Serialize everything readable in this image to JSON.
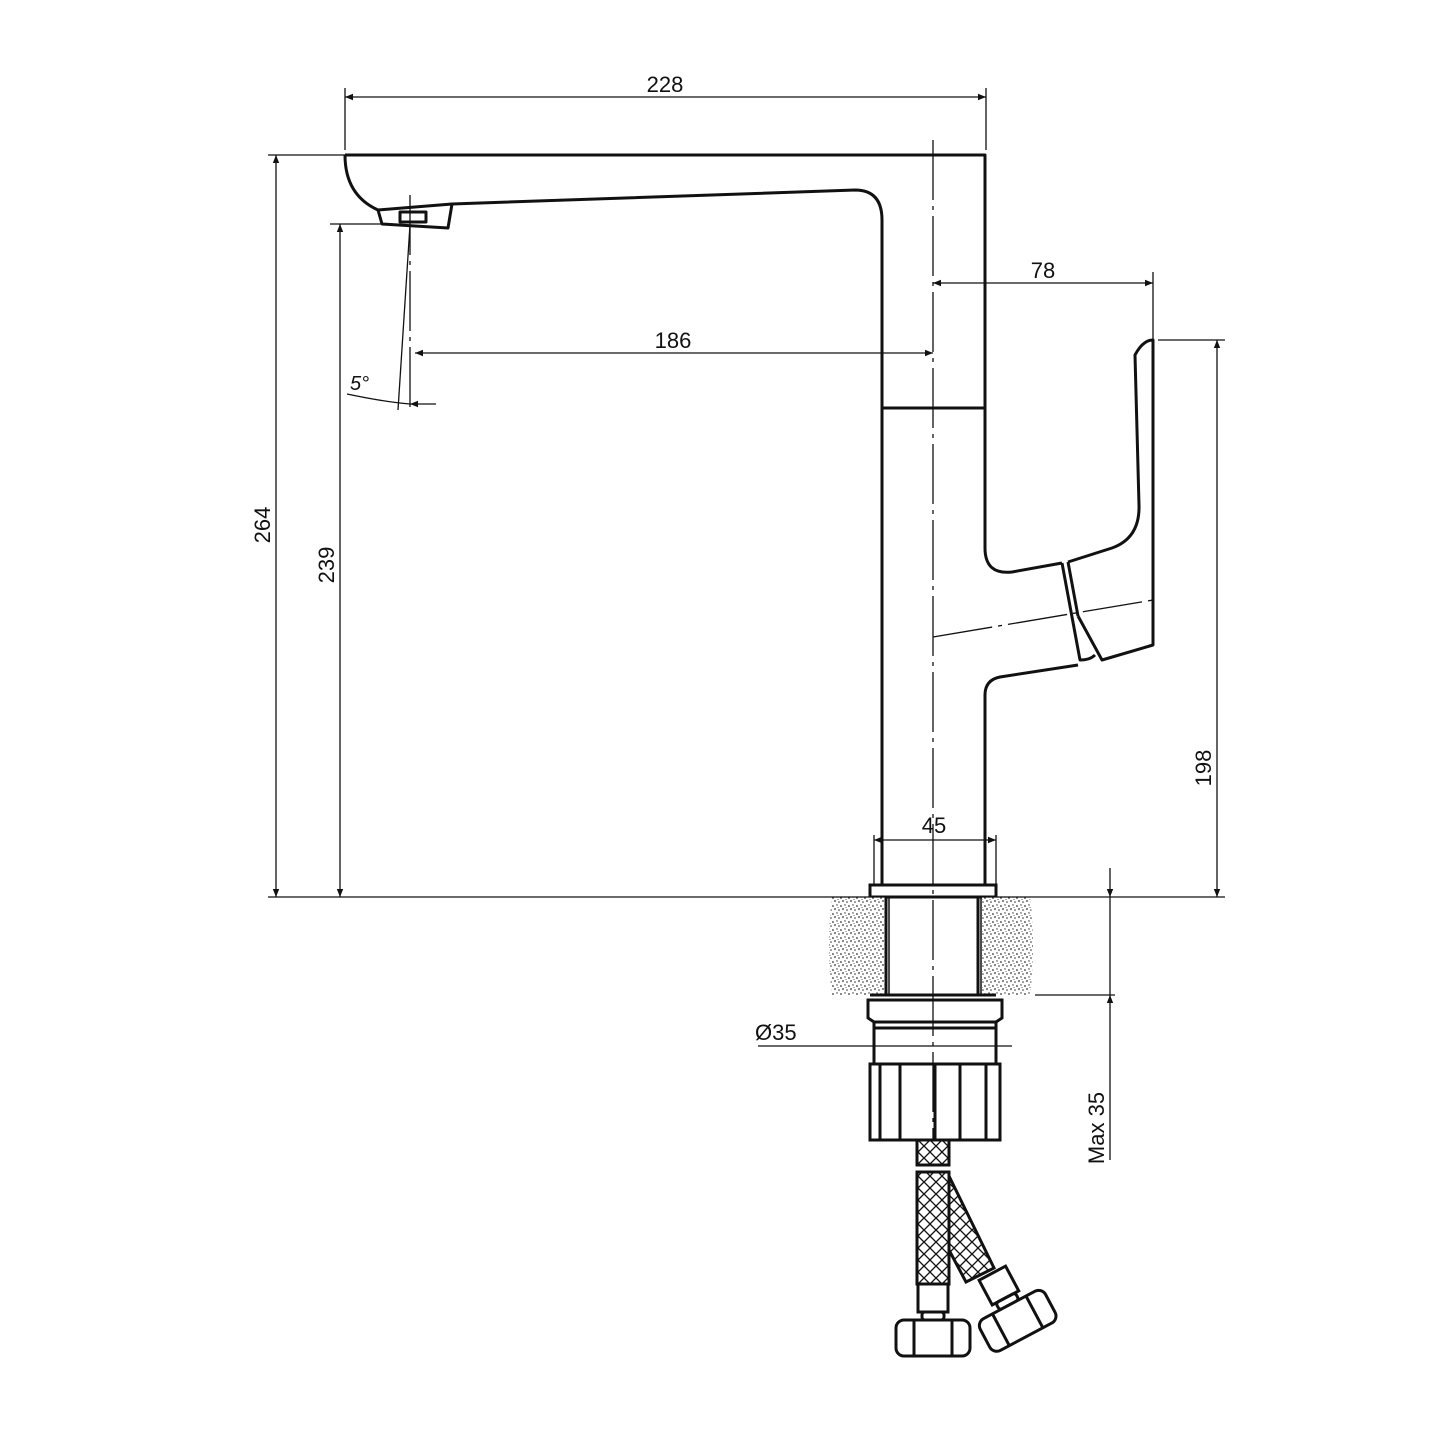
{
  "drawing": {
    "subject": "Kitchen faucet side elevation",
    "units": "mm",
    "colors": {
      "line": "#111111",
      "background": "#ffffff",
      "stone": "#444444"
    }
  },
  "dimensions": {
    "overall_reach": "228",
    "spout_reach": "186",
    "handle_offset": "78",
    "overall_height": "264",
    "aerator_height": "239",
    "handle_height": "198",
    "body_diameter": "45",
    "thread_diameter": "Ø35",
    "max_countertop": "Max 35",
    "spout_angle": "5°"
  }
}
